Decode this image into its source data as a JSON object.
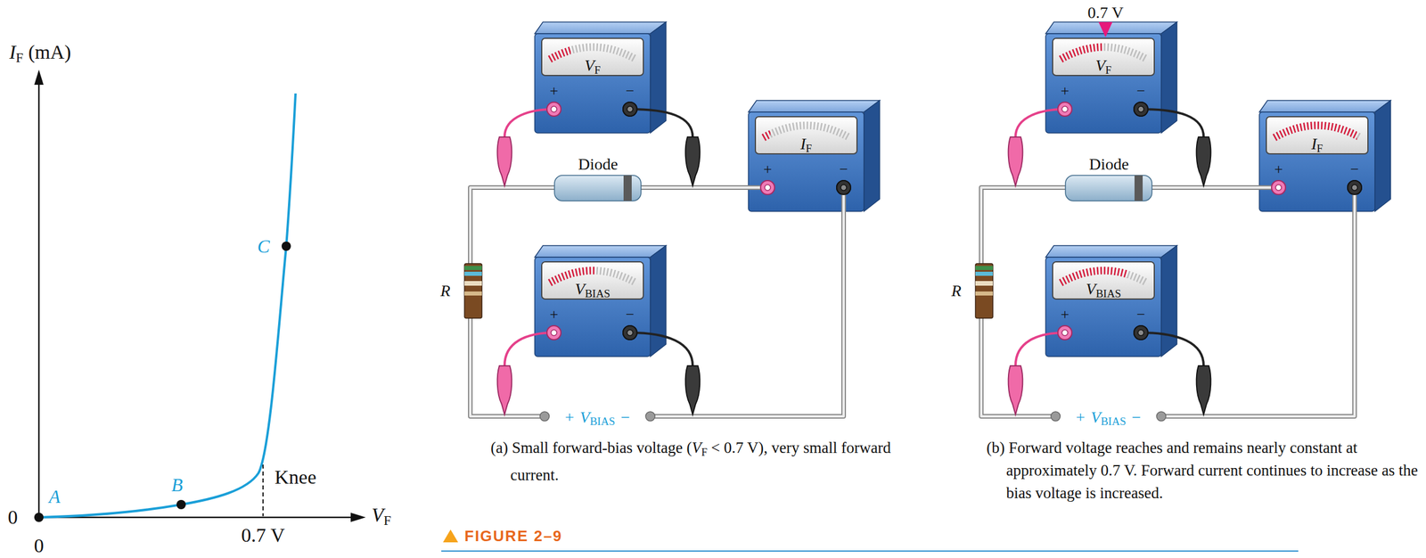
{
  "diagram": {
    "caption": "FIGURE 2–9",
    "nodes": [
      {
        "text": [
          "VF",
          "+",
          "−"
        ]
      },
      {
        "text": [
          "IF",
          "+",
          "−"
        ]
      },
      {
        "text": [
          "VBIAS",
          "+",
          "−"
        ]
      },
      {
        "text": [
          "VF",
          "+",
          "−"
        ]
      },
      {
        "text": [
          "IF",
          "+",
          "−"
        ]
      },
      {
        "text": [
          "VBIAS",
          "+",
          "−"
        ]
      }
    ],
    "labels": [
      "IF (mA)",
      "0",
      "0",
      "0.7 V",
      "VF",
      "Knee",
      "A",
      "B",
      "C",
      "Diode",
      "R",
      "+",
      "VBIAS",
      "−",
      "(a) Small forward-bias voltage (VF < 0.7 V), very small forward current.",
      "0.7 V",
      "Diode",
      "R",
      "+",
      "VBIAS",
      "−",
      "(b) Forward voltage reaches and remains nearly constant at approximately 0.7 V. Forward current continues to increase as the bias voltage is increased."
    ]
  }
}
